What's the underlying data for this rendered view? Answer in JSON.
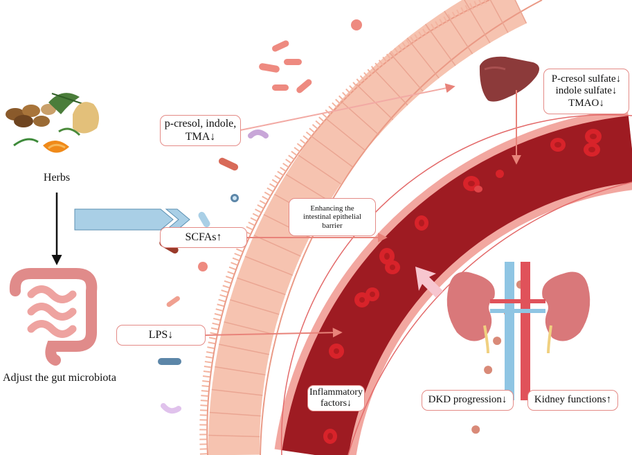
{
  "herbs": {
    "label": "Herbs"
  },
  "gut": {
    "caption": "Adjust the gut microbiota"
  },
  "metabolites": {
    "line1": "p-cresol, indole,",
    "line2": "TMA↓"
  },
  "scfas": {
    "label": "SCFAs↑"
  },
  "lps": {
    "label": "LPS↓"
  },
  "barrier": {
    "line1": "Enhancing the",
    "line2": "intestinal epithelial",
    "line3": "barrier"
  },
  "inflammatory": {
    "line1": "Inflammatory",
    "line2": "factors↓"
  },
  "liver_products": {
    "line1": "P-cresol sulfate↓",
    "line2": "indole sulfate↓",
    "line3": "TMAO↓"
  },
  "outcomes": {
    "dkd": "DKD progression↓",
    "kidney": "Kidney functions↑"
  },
  "colors": {
    "vessel": "#9e1b22",
    "vessel_wall": "#f2a7a0",
    "epithelium": "#f6c3b0",
    "arrow": "#e8837a",
    "rbc": "#d8232a",
    "chevron": "#a9cfe6",
    "kidney": "#d9787a",
    "artery": "#e0525a",
    "vein": "#8fc5e3"
  }
}
